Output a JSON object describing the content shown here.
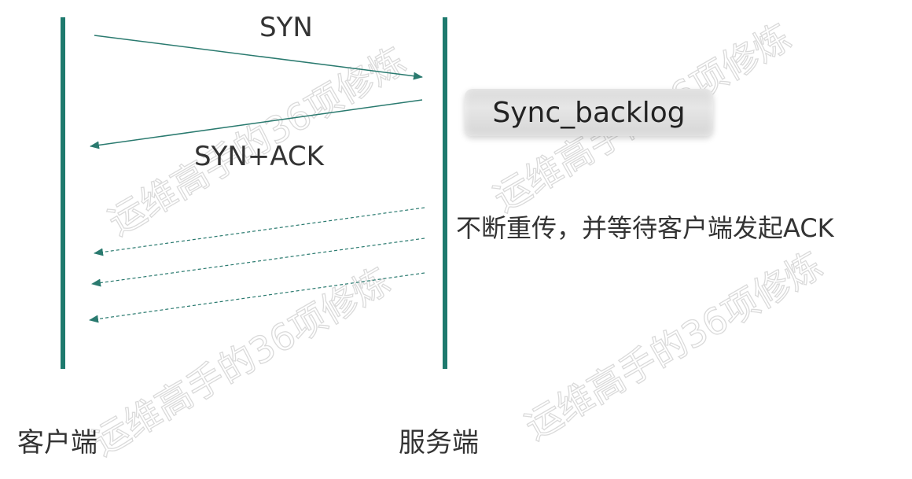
{
  "colors": {
    "lifeline": "#1e7a6e",
    "arrow": "#2a7a6f",
    "text": "#333333",
    "watermark": "#d0d0d0"
  },
  "messages": {
    "syn": "SYN",
    "syn_ack": "SYN+ACK"
  },
  "backlog_box": {
    "label": "Sync_backlog"
  },
  "retransmit_note": "不断重传，并等待客户端发起ACK",
  "retransmit_count": 3,
  "endpoints": {
    "client": "客户端",
    "server": "服务端"
  },
  "watermark": "运维高手的36项修炼"
}
